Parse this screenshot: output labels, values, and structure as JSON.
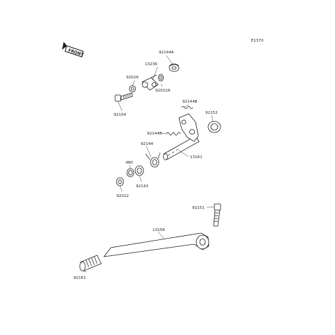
{
  "diagram": {
    "code": "E1370",
    "front_label": "FRONT",
    "parts": [
      {
        "id": "p_92144A",
        "number": "92144A"
      },
      {
        "id": "p_13236",
        "number": "13236"
      },
      {
        "id": "p_92026",
        "number": "92026"
      },
      {
        "id": "p_92022A",
        "number": "92022A"
      },
      {
        "id": "p_92154",
        "number": "92154"
      },
      {
        "id": "p_92144B_top",
        "number": "92144B"
      },
      {
        "id": "p_92152",
        "number": "92152"
      },
      {
        "id": "p_92144B_mid",
        "number": "92144B"
      },
      {
        "id": "p_92144",
        "number": "92144"
      },
      {
        "id": "p_13161",
        "number": "13161"
      },
      {
        "id": "p_480",
        "number": "480"
      },
      {
        "id": "p_92143",
        "number": "92143"
      },
      {
        "id": "p_92022",
        "number": "92022"
      },
      {
        "id": "p_92151",
        "number": "92151"
      },
      {
        "id": "p_13156",
        "number": "13156"
      },
      {
        "id": "p_92161",
        "number": "92161"
      }
    ]
  }
}
